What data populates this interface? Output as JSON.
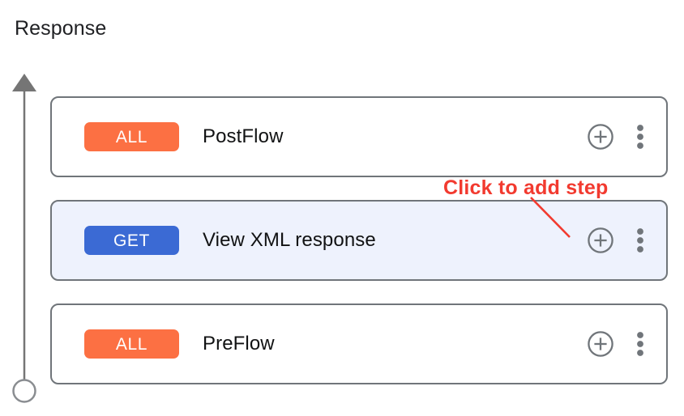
{
  "section": {
    "title": "Response"
  },
  "axis": {
    "arrow_icon": "arrow-up-icon",
    "endpoint_icon": "circle-endpoint-icon",
    "color": "#757575"
  },
  "colors": {
    "badge_all": "#fc7043",
    "badge_get": "#3b6ad4",
    "selected_row_bg": "#eef2fd",
    "card_border": "#70757a",
    "annotation_red": "#f23a2f",
    "icon_gray": "#70757a",
    "title_text": "#202124"
  },
  "flow": {
    "rows": [
      {
        "method": "ALL",
        "method_style": "all",
        "label": "PostFlow",
        "selected": false,
        "add_label": "Add step",
        "menu_label": "More options"
      },
      {
        "method": "GET",
        "method_style": "get",
        "label": "View XML response",
        "selected": true,
        "add_label": "Add step",
        "menu_label": "More options"
      },
      {
        "method": "ALL",
        "method_style": "all",
        "label": "PreFlow",
        "selected": false,
        "add_label": "Add step",
        "menu_label": "More options"
      }
    ]
  },
  "annotation": {
    "text": "Click to add step",
    "color": "#f23a2f",
    "points_to": "add-step-button-row-2"
  }
}
